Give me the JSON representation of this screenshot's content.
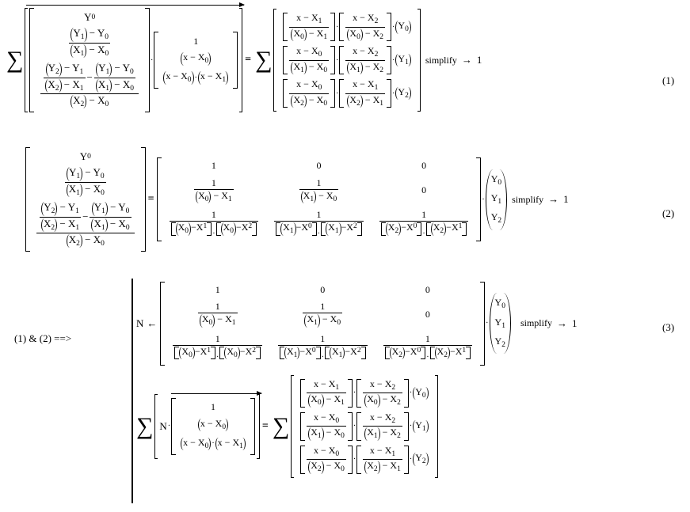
{
  "symbols": {
    "sum": "∑",
    "eq": "=",
    "arrow": "→",
    "assign": "←",
    "minus": "−",
    "cdot": "·"
  },
  "vars": {
    "x": "x",
    "X": "X",
    "Y": "Y",
    "N": "N",
    "i0": "0",
    "i1": "1",
    "i2": "2",
    "one": "1",
    "zero": "0"
  },
  "keyword": "simplify",
  "result": "1",
  "labels": {
    "eq1": "(1)",
    "eq2": "(2)",
    "eq3": "(3)",
    "implies": "(1) & (2) ==>"
  }
}
